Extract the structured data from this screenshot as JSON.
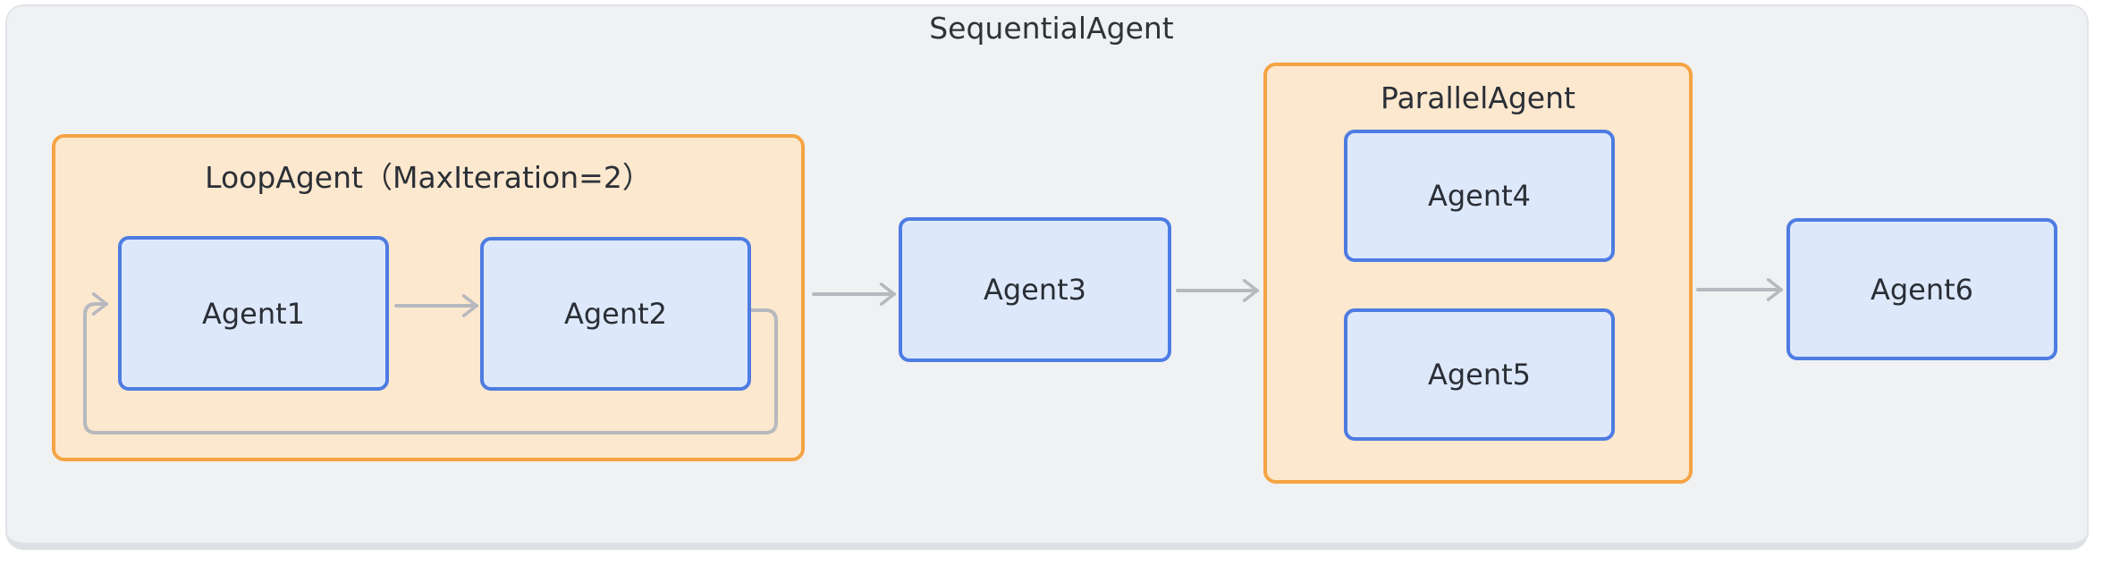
{
  "diagram": {
    "title": "SequentialAgent",
    "groups": {
      "loop": {
        "title": "LoopAgent（MaxIteration=2）",
        "children": [
          "Agent1",
          "Agent2"
        ]
      },
      "parallel": {
        "title": "ParallelAgent",
        "children": [
          "Agent4",
          "Agent5"
        ]
      }
    },
    "nodes": {
      "agent1": {
        "label": "Agent1"
      },
      "agent2": {
        "label": "Agent2"
      },
      "agent3": {
        "label": "Agent3"
      },
      "agent4": {
        "label": "Agent4"
      },
      "agent5": {
        "label": "Agent5"
      },
      "agent6": {
        "label": "Agent6"
      }
    },
    "edges": [
      {
        "from": "Agent1",
        "to": "Agent2"
      },
      {
        "from": "Agent2",
        "to": "Agent1",
        "type": "loop-back"
      },
      {
        "from": "LoopAgent",
        "to": "Agent3"
      },
      {
        "from": "Agent3",
        "to": "ParallelAgent"
      },
      {
        "from": "ParallelAgent",
        "to": "Agent6"
      }
    ],
    "colors": {
      "canvas_bg": "#eff1f3",
      "group_fill": "#fce8ce",
      "group_border": "#f5a343",
      "node_fill": "#dde8fb",
      "node_border": "#4d7ce2",
      "arrow": "#b6b9bd"
    }
  }
}
